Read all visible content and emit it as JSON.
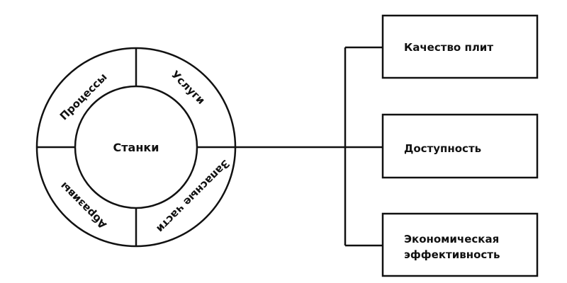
{
  "center": {
    "label": "Станки"
  },
  "ring_segments": [
    {
      "label": "Процессы"
    },
    {
      "label": "Услуги"
    },
    {
      "label": "Запасные части"
    },
    {
      "label": "Абразивы"
    }
  ],
  "boxes": [
    {
      "label_lines": [
        "Качество плит"
      ]
    },
    {
      "label_lines": [
        "Доступность"
      ]
    },
    {
      "label_lines": [
        "Экономическая",
        "эффективность"
      ]
    }
  ]
}
